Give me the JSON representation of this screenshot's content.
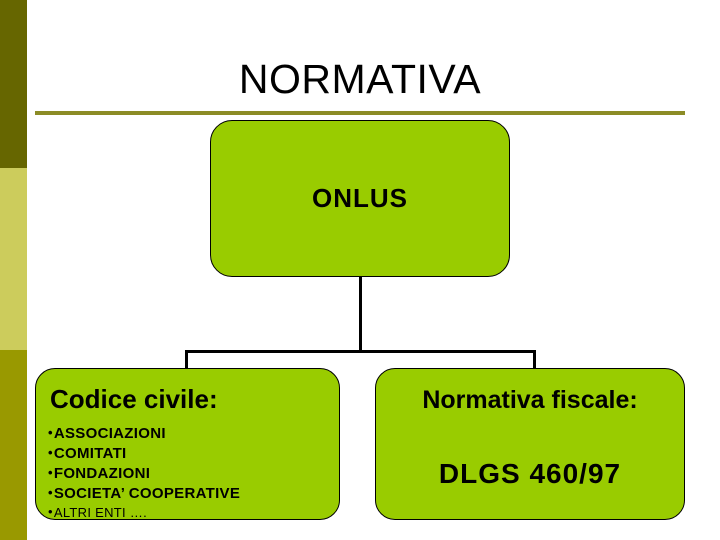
{
  "slide": {
    "title": "NORMATIVA",
    "background_color": "#FFFFFF",
    "accent_rule_color": "#8C8C26"
  },
  "sidebar": {
    "bands": [
      {
        "name": "band-dark-olive",
        "color": "#666600"
      },
      {
        "name": "band-light-khaki",
        "color": "#CCCC5C"
      },
      {
        "name": "band-olive",
        "color": "#999900"
      }
    ]
  },
  "diagram": {
    "node_fill_color": "#99CC00",
    "node_border_color": "#000000",
    "root": {
      "label": "ONLUS"
    },
    "children": [
      {
        "title": "Codice civile:",
        "items": [
          {
            "text": "ASSOCIAZIONI",
            "bullet": "•"
          },
          {
            "text": "COMITATI",
            "bullet": "•"
          },
          {
            "text": "FONDAZIONI",
            "bullet": "•"
          },
          {
            "text": "SOCIETA’ COOPERATIVE",
            "bullet": "•"
          },
          {
            "text": "ALTRI ENTI ….",
            "bullet": "•"
          }
        ]
      },
      {
        "title": "Normativa fiscale:",
        "subtitle": "DLGS 460/97"
      }
    ]
  }
}
